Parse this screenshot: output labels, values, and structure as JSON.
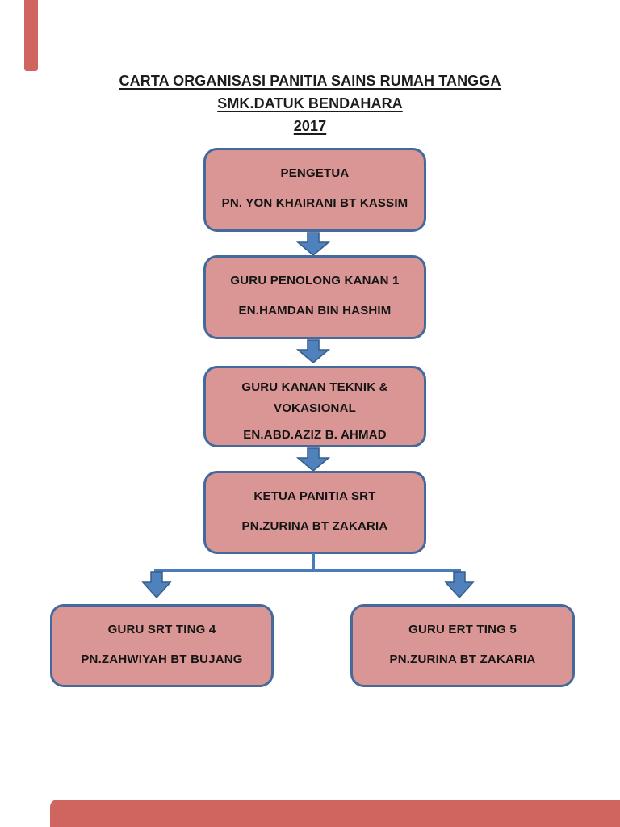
{
  "title": {
    "lines": [
      "CARTA ORGANISASI PANITIA SAINS RUMAH TANGGA",
      "SMK.DATUK BENDAHARA",
      "2017"
    ]
  },
  "org_chart": {
    "type": "org-chart",
    "nodes": [
      {
        "id": "pengetua",
        "level": 1,
        "role": "PENGETUA",
        "name": "PN. YON KHAIRANI BT KASSIM"
      },
      {
        "id": "gpk1",
        "level": 2,
        "role": "GURU PENOLONG KANAN 1",
        "name": "EN.HAMDAN BIN HASHIM"
      },
      {
        "id": "gk-teknik",
        "level": 3,
        "role": "GURU KANAN TEKNIK & VOKASIONAL",
        "name": "EN.ABD.AZIZ B. AHMAD"
      },
      {
        "id": "ketua-srt",
        "level": 4,
        "role": "KETUA PANITIA SRT",
        "name": "PN.ZURINA BT ZAKARIA"
      },
      {
        "id": "guru-srt4",
        "level": 5,
        "role": "GURU SRT TING 4",
        "name": "PN.ZAHWIYAH BT BUJANG"
      },
      {
        "id": "guru-ert5",
        "level": 5,
        "role": "GURU ERT TING 5",
        "name": "PN.ZURINA BT ZAKARIA"
      }
    ],
    "edges": [
      [
        "pengetua",
        "gpk1"
      ],
      [
        "gpk1",
        "gk-teknik"
      ],
      [
        "gk-teknik",
        "ketua-srt"
      ],
      [
        "ketua-srt",
        "guru-srt4"
      ],
      [
        "ketua-srt",
        "guru-ert5"
      ]
    ]
  },
  "colors": {
    "box_fill": "#d99694",
    "box_border": "#44699d",
    "arrow_fill": "#4f81bd",
    "arrow_border": "#385d8a",
    "connector_line": "#4a7cba",
    "adjacent_page_fragment": "#d0655f",
    "page_background": "#ffffff",
    "text": "#151515"
  }
}
